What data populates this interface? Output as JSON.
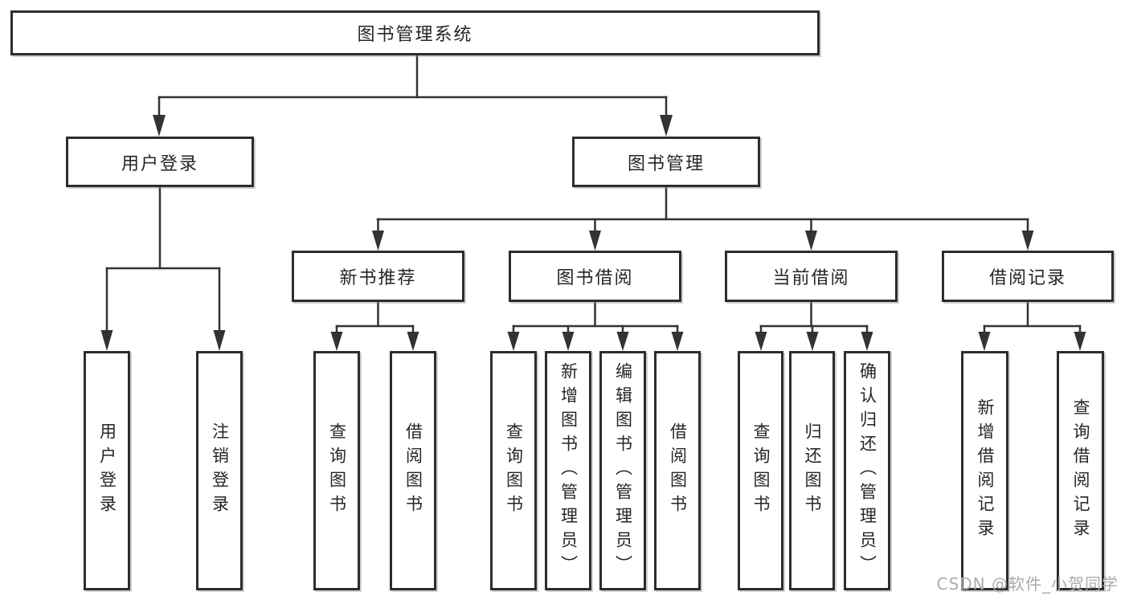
{
  "diagram_title": "图书管理系统",
  "nodes": {
    "root": "图书管理系统",
    "user_login": "用户登录",
    "book_management": "图书管理",
    "new_book_recommend": "新书推荐",
    "book_borrow": "图书借阅",
    "current_borrow": "当前借阅",
    "borrow_records": "借阅记录",
    "leaf_user_login": "用户登录",
    "leaf_logout": "注销登录",
    "leaf_rec_query_books": "查询图书",
    "leaf_rec_borrow_books": "借阅图书",
    "leaf_bor_query_books": "查询图书",
    "leaf_bor_add_books": "新增图书（管理员）",
    "leaf_bor_edit_books": "编辑图书（管理员）",
    "leaf_bor_borrow_books": "借阅图书",
    "leaf_cur_query_books": "查询图书",
    "leaf_cur_return_books": "归还图书",
    "leaf_cur_confirm_return": "确认归还（管理员）",
    "leaf_rcd_add_record": "新增借阅记录",
    "leaf_rcd_query_record": "查询借阅记录"
  },
  "watermark": "CSDN @软件_小贺同学",
  "colors": {
    "line": "#333333",
    "box_border": "#2d2d2d",
    "box_fill": "#ffffff",
    "text": "#262626",
    "watermark": "#ababab",
    "background": "#ffffff"
  }
}
